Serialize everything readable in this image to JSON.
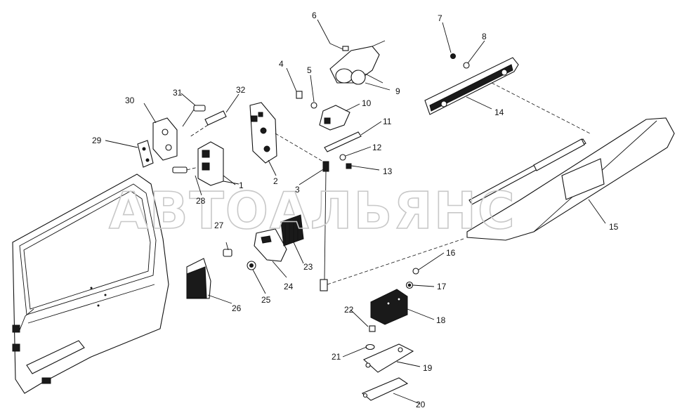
{
  "watermark": "АВТОАЛЬЯНС",
  "callouts": [
    {
      "id": "1",
      "label": "1"
    },
    {
      "id": "2",
      "label": "2"
    },
    {
      "id": "3",
      "label": "3"
    },
    {
      "id": "4",
      "label": "4"
    },
    {
      "id": "5",
      "label": "5"
    },
    {
      "id": "6",
      "label": "6"
    },
    {
      "id": "7",
      "label": "7"
    },
    {
      "id": "8",
      "label": "8"
    },
    {
      "id": "9",
      "label": "9"
    },
    {
      "id": "10",
      "label": "10"
    },
    {
      "id": "11",
      "label": "11"
    },
    {
      "id": "12",
      "label": "12"
    },
    {
      "id": "13",
      "label": "13"
    },
    {
      "id": "14",
      "label": "14"
    },
    {
      "id": "15",
      "label": "15"
    },
    {
      "id": "16",
      "label": "16"
    },
    {
      "id": "17",
      "label": "17"
    },
    {
      "id": "18",
      "label": "18"
    },
    {
      "id": "19",
      "label": "19"
    },
    {
      "id": "20",
      "label": "20"
    },
    {
      "id": "21",
      "label": "21"
    },
    {
      "id": "22",
      "label": "22"
    },
    {
      "id": "23",
      "label": "23"
    },
    {
      "id": "24",
      "label": "24"
    },
    {
      "id": "25",
      "label": "25"
    },
    {
      "id": "26",
      "label": "26"
    },
    {
      "id": "27",
      "label": "27"
    },
    {
      "id": "28",
      "label": "28"
    },
    {
      "id": "29",
      "label": "29"
    },
    {
      "id": "30",
      "label": "30"
    },
    {
      "id": "31",
      "label": "31"
    },
    {
      "id": "32",
      "label": "32"
    }
  ]
}
